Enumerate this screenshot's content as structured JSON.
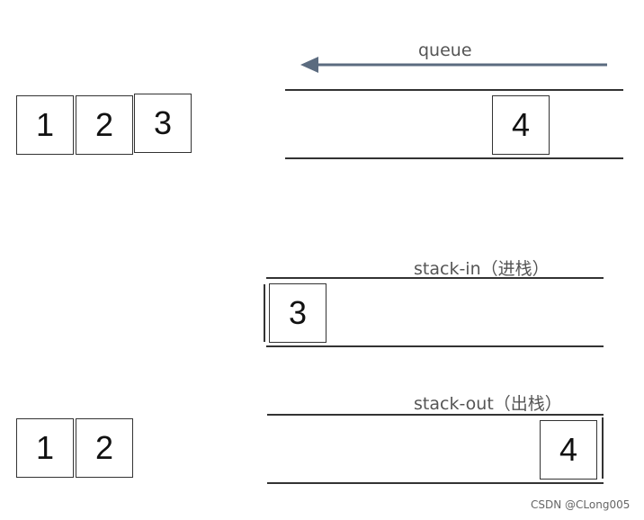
{
  "top_left_boxes": [
    "1",
    "2",
    "3"
  ],
  "queue": {
    "label": "queue",
    "arrow_color": "#5b6b7f",
    "box": "4"
  },
  "stack_in": {
    "label": "stack-in（进栈）",
    "box": "3"
  },
  "stack_out": {
    "label": "stack-out（出栈）",
    "box": "4"
  },
  "bottom_left_boxes": [
    "1",
    "2"
  ],
  "watermark": "CSDN @CLong005"
}
